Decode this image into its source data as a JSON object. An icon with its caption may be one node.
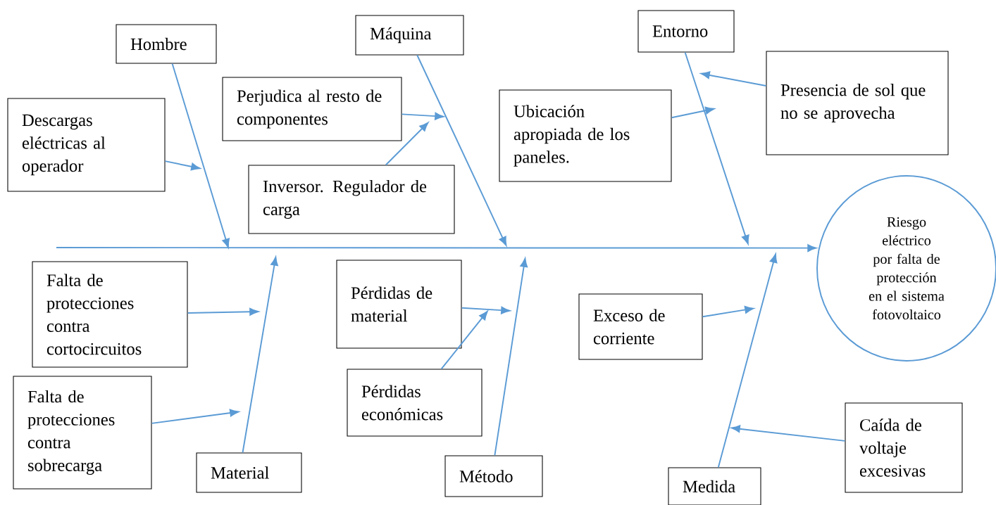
{
  "diagram": {
    "nodes": [
      {
        "text": [
          "Hombre"
        ]
      },
      {
        "text": [
          "Máquina"
        ]
      },
      {
        "text": [
          "Entorno"
        ]
      },
      {
        "text": [
          "Descargas eléctricas al operador"
        ]
      },
      {
        "text": [
          "Perjudica al resto de componentes"
        ]
      },
      {
        "text": [
          "Inversor. Regulador de carga"
        ]
      },
      {
        "text": [
          "Ubicación apropiada de los paneles."
        ]
      },
      {
        "text": [
          "Presencia de sol que no se aprovecha"
        ]
      },
      {
        "text": [
          "Riesgo eléctrico por falta de protección en el sistema fotovoltaico"
        ]
      },
      {
        "text": [
          "Falta de protecciones contra cortocircuitos"
        ]
      },
      {
        "text": [
          "Pérdidas de material"
        ]
      },
      {
        "text": [
          "Exceso de corriente"
        ]
      },
      {
        "text": [
          "Falta de protecciones contra sobrecarga"
        ]
      },
      {
        "text": [
          "Pérdidas económicas"
        ]
      },
      {
        "text": [
          "Caída de voltaje excesivas"
        ]
      },
      {
        "text": [
          "Material"
        ]
      },
      {
        "text": [
          "Método"
        ]
      },
      {
        "text": [
          "Medida"
        ]
      }
    ],
    "edges": [
      {
        "from": null,
        "to": 8,
        "arrow": "to"
      },
      {
        "from": 0,
        "to": null,
        "arrow": "to"
      },
      {
        "from": 1,
        "to": null,
        "arrow": "to"
      },
      {
        "from": 2,
        "to": null,
        "arrow": "to"
      },
      {
        "from": 15,
        "to": null,
        "arrow": "to"
      },
      {
        "from": 16,
        "to": null,
        "arrow": "to"
      },
      {
        "from": 17,
        "to": null,
        "arrow": "to"
      },
      {
        "from": 3,
        "to": null,
        "arrow": "to"
      },
      {
        "from": 4,
        "to": null,
        "arrow": "to"
      },
      {
        "from": 5,
        "to": null,
        "arrow": "to"
      },
      {
        "from": 6,
        "to": null,
        "arrow": "to"
      },
      {
        "from": 7,
        "to": null,
        "arrow": "to"
      },
      {
        "from": 9,
        "to": null,
        "arrow": "to"
      },
      {
        "from": 12,
        "to": null,
        "arrow": "to"
      },
      {
        "from": 10,
        "to": null,
        "arrow": "to"
      },
      {
        "from": 13,
        "to": null,
        "arrow": "to"
      },
      {
        "from": 11,
        "to": null,
        "arrow": "to"
      },
      {
        "from": 14,
        "to": null,
        "arrow": "to"
      }
    ]
  }
}
